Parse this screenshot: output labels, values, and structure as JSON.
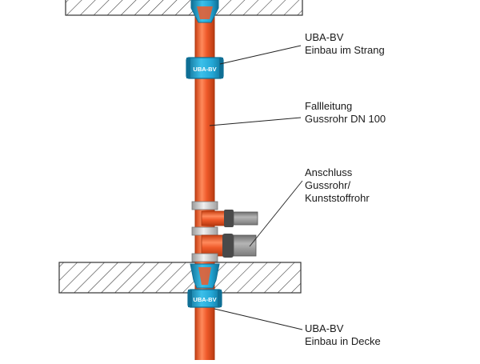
{
  "diagram": {
    "colors": {
      "pipe": "#ef5a2a",
      "pipe_dark": "#c94114",
      "pipe_light": "#ff8a5c",
      "coupling": "#23a7d6",
      "coupling_dark": "#0f6f95",
      "ceiling_hatch": "#333333",
      "branch_gray": "#8a8a8a",
      "leader_line": "#222222"
    },
    "coupling_text": "UBA-BV",
    "labels": {
      "uba_strang": {
        "line1": "UBA-BV",
        "line2": "Einbau im Strang"
      },
      "fallleitung": {
        "line1": "Fallleitung",
        "line2": "Gussrohr DN 100"
      },
      "anschluss": {
        "line1": "Anschluss",
        "line2": "Gussrohr/",
        "line3": "Kunststoffrohr"
      },
      "uba_decke": {
        "line1": "UBA-BV",
        "line2": "Einbau in Decke"
      }
    }
  }
}
